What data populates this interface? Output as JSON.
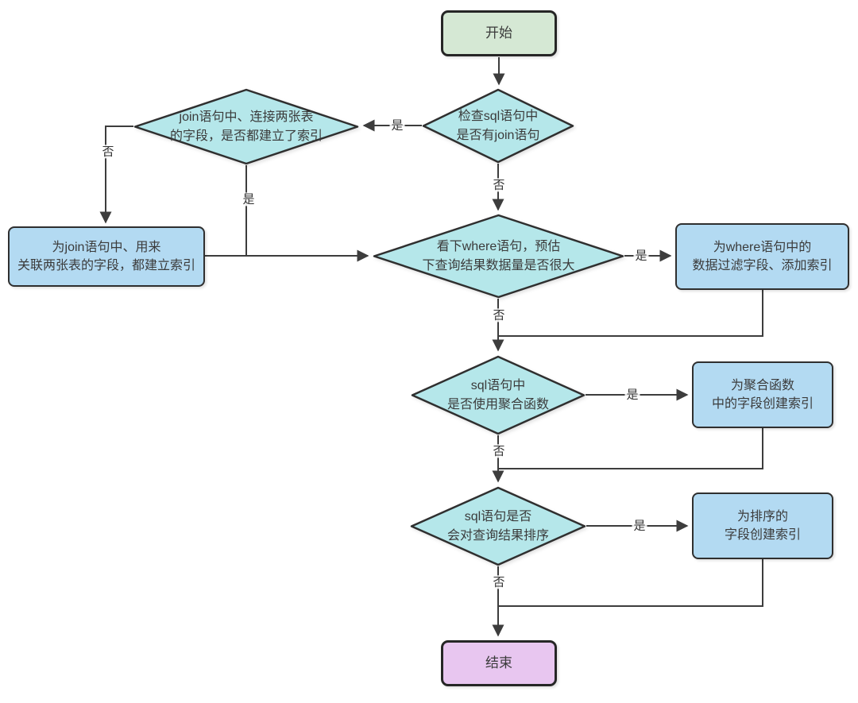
{
  "diagram_type": "flowchart",
  "nodes": {
    "start": {
      "label": "开始",
      "shape": "terminator",
      "fill": "#d5e8d4"
    },
    "check_join": {
      "label": "检查sql语句中\n是否有join语句",
      "shape": "decision",
      "fill": "#b5e7ea"
    },
    "join_fields_indexed": {
      "label": "join语句中、连接两张表\n的字段，是否都建立了索引",
      "shape": "decision",
      "fill": "#b5e7ea"
    },
    "create_join_index": {
      "label": "为join语句中、用来\n关联两张表的字段，都建立索引",
      "shape": "process",
      "fill": "#b3daf2"
    },
    "check_where": {
      "label": "看下where语句，预估\n下查询结果数据量是否很大",
      "shape": "decision",
      "fill": "#b5e7ea"
    },
    "create_where_index": {
      "label": "为where语句中的\n数据过滤字段、添加索引",
      "shape": "process",
      "fill": "#b3daf2"
    },
    "check_aggregate": {
      "label": "sql语句中\n是否使用聚合函数",
      "shape": "decision",
      "fill": "#b5e7ea"
    },
    "create_aggregate_index": {
      "label": "为聚合函数\n中的字段创建索引",
      "shape": "process",
      "fill": "#b3daf2"
    },
    "check_sort": {
      "label": "sql语句是否\n会对查询结果排序",
      "shape": "decision",
      "fill": "#b5e7ea"
    },
    "create_sort_index": {
      "label": "为排序的\n字段创建索引",
      "shape": "process",
      "fill": "#b3daf2"
    },
    "end": {
      "label": "结束",
      "shape": "terminator",
      "fill": "#e8c6f0"
    }
  },
  "edge_labels": {
    "join_yes": "是",
    "join_no": "否",
    "indexed_no": "否",
    "indexed_yes": "是",
    "where_yes": "是",
    "where_no": "否",
    "aggregate_yes": "是",
    "aggregate_no": "否",
    "sort_yes": "是",
    "sort_no": "否"
  },
  "palette": {
    "terminator_start_fill": "#d5e8d4",
    "terminator_end_fill": "#e8c6f0",
    "decision_fill": "#b5e7ea",
    "process_fill": "#b3daf2",
    "node_border": "#2f2f2f",
    "edge_color": "#3d3d3d",
    "text_color": "#3b3b3b",
    "background": "#ffffff"
  }
}
